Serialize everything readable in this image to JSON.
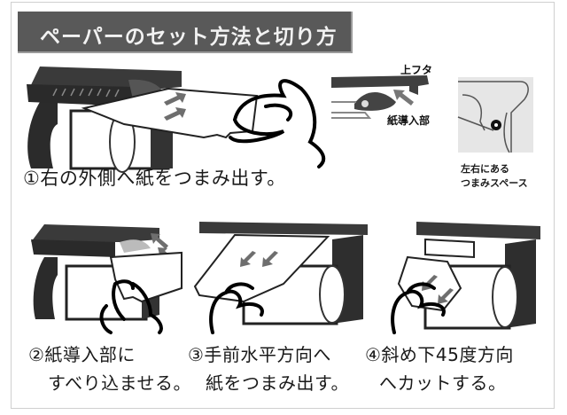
{
  "title": "ペーパーのセット方法と切り方",
  "steps": [
    {
      "caption": "①右の外側へ紙をつまみ出す。"
    },
    {
      "caption_line1": "②紙導入部に",
      "caption_line2": "すべり込ませる。"
    },
    {
      "caption_line1": "③手前水平方向へ",
      "caption_line2": "紙をつまみ出す。"
    },
    {
      "caption_line1": "④斜め下45度方向",
      "caption_line2": "へカットする。"
    }
  ],
  "detail_inset": {
    "label_lid": "上フタ",
    "label_guide": "紙導入部"
  },
  "side_inset": {
    "label_line1": "左右にある",
    "label_line2": "つまみスペース"
  },
  "colors": {
    "title_bg": "#595959",
    "title_text": "#f2f2f2",
    "holder_dark": "#2e2e2e",
    "arrow_gray": "#6e6e6e"
  }
}
